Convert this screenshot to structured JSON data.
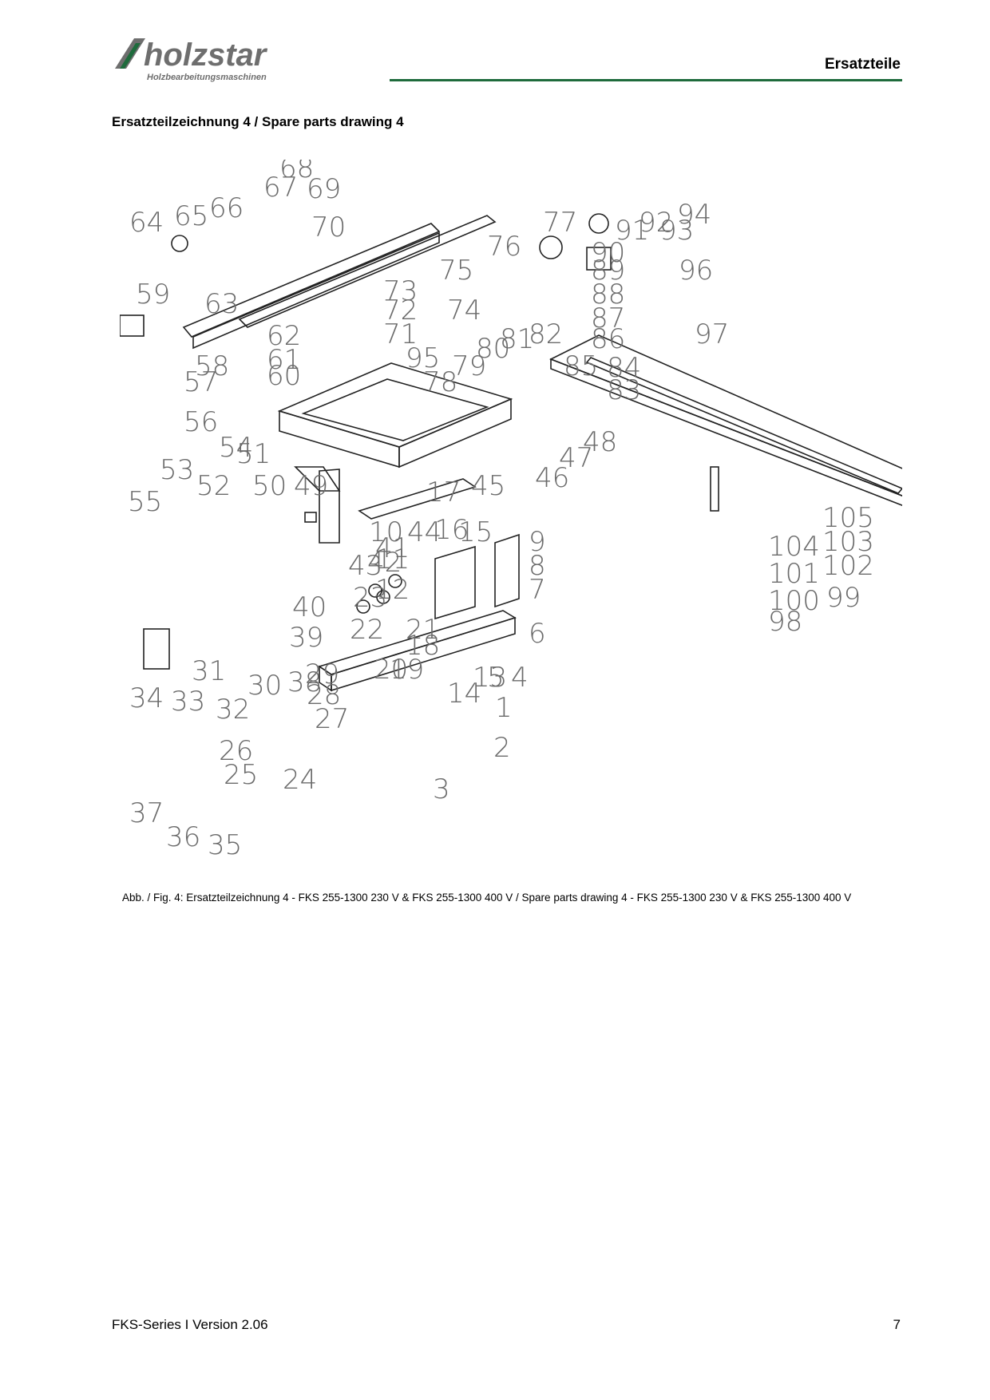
{
  "header": {
    "logo_text": "holzstar",
    "logo_tagline": "Holzbearbeitungsmaschinen",
    "section_title": "Ersatzteile",
    "colors": {
      "brand_green": "#1e6b3c",
      "logo_gray": "#6e6e6e"
    }
  },
  "page_heading": "Ersatzteilzeichnung 4 / Spare parts drawing 4",
  "drawing": {
    "part_numbers": [
      "1",
      "2",
      "3",
      "4",
      "5",
      "6",
      "7",
      "8",
      "9",
      "10",
      "11",
      "12",
      "13",
      "14",
      "15",
      "16",
      "17",
      "18",
      "19",
      "20",
      "21",
      "22",
      "23",
      "24",
      "25",
      "26",
      "27",
      "28",
      "29",
      "30",
      "31",
      "32",
      "33",
      "34",
      "35",
      "36",
      "37",
      "38",
      "39",
      "40",
      "41",
      "42",
      "43",
      "44",
      "45",
      "46",
      "47",
      "48",
      "49",
      "50",
      "51",
      "52",
      "53",
      "54",
      "55",
      "56",
      "57",
      "58",
      "59",
      "60",
      "61",
      "62",
      "63",
      "64",
      "65",
      "66",
      "67",
      "68",
      "69",
      "70",
      "71",
      "72",
      "73",
      "74",
      "75",
      "76",
      "77",
      "78",
      "79",
      "80",
      "81",
      "82",
      "83",
      "84",
      "85",
      "86",
      "87",
      "88",
      "89",
      "90",
      "91",
      "92",
      "93",
      "94",
      "95",
      "96",
      "97",
      "98",
      "99",
      "100",
      "101",
      "102",
      "103",
      "104",
      "105"
    ]
  },
  "caption": "Abb. / Fig. 4: Ersatzteilzeichnung 4 - FKS 255-1300  230 V & FKS 255-1300  400 V / Spare parts drawing 4 - FKS 255-1300  230 V & FKS 255-1300  400 V",
  "footer": {
    "document_version": "FKS-Series I Version 2.06",
    "page_number": "7"
  }
}
